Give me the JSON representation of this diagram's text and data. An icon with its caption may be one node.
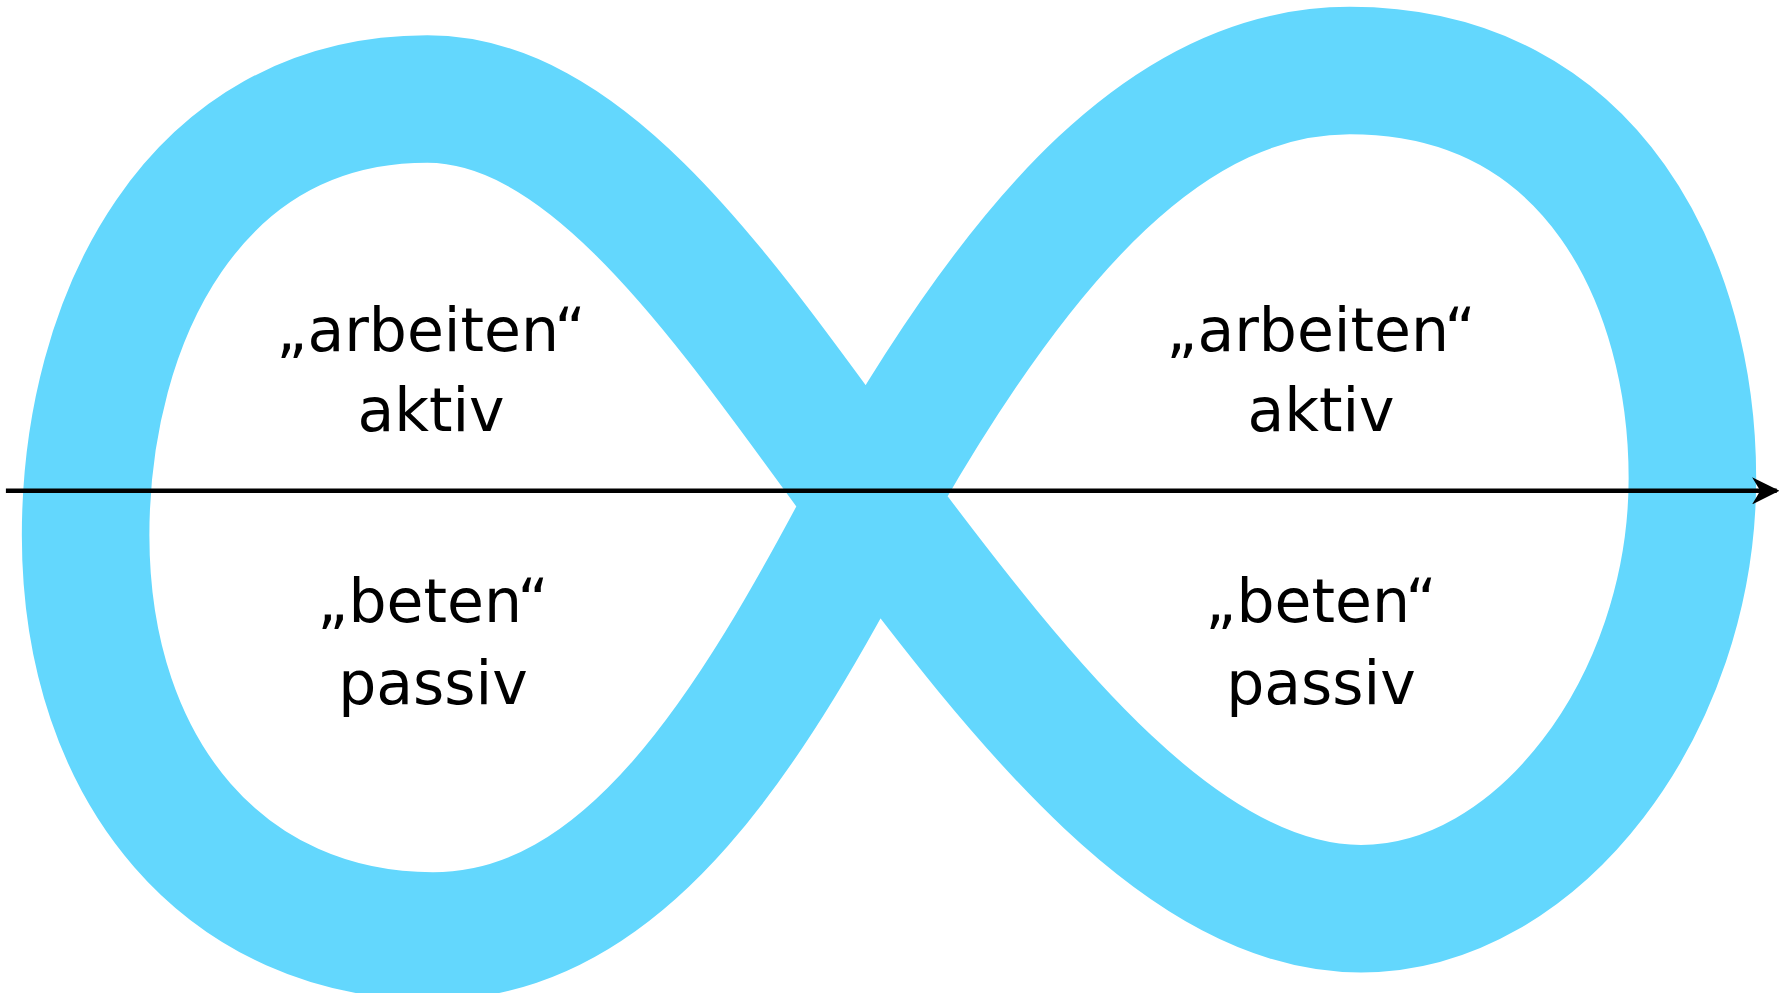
{
  "diagram": {
    "labels": [
      "„arbeiten“",
      "„arbeiten“",
      "aktiv",
      "aktiv",
      "„beten“",
      "„beten“",
      "passiv",
      "passiv"
    ]
  }
}
